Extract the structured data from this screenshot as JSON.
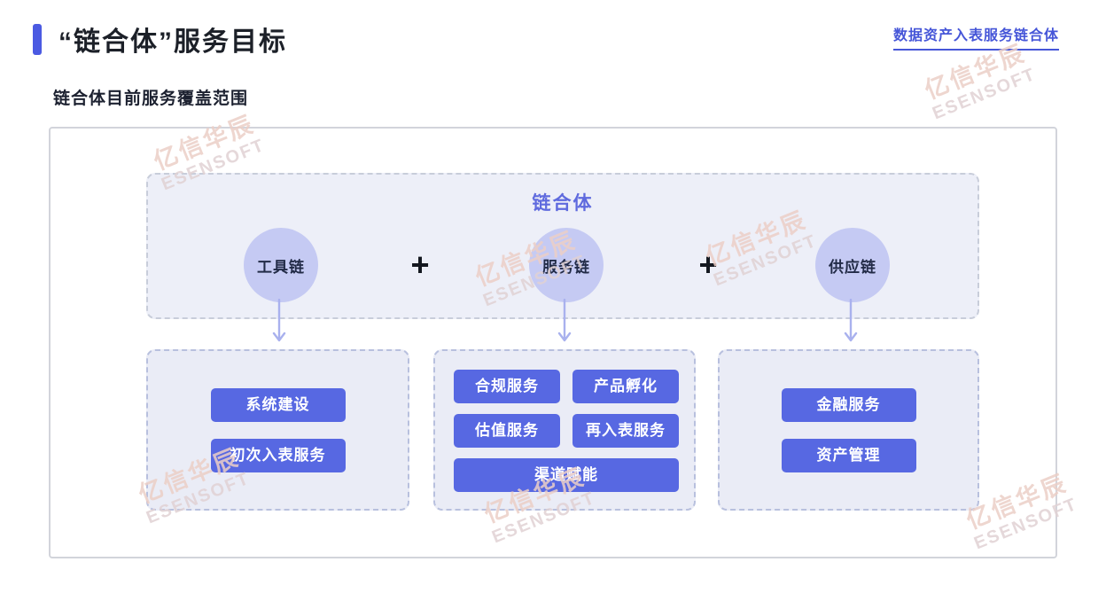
{
  "header": {
    "title": "“链合体”服务目标",
    "link": "数据资产入表服务链合体",
    "subtitle": "链合体目前服务覆盖范围"
  },
  "watermark": {
    "brand_cn": "亿信华辰",
    "brand_en": "ESENSOFT"
  },
  "diagram": {
    "group_title": "链合体",
    "plus": "+",
    "chains": [
      "工具链",
      "服务链",
      "供应链"
    ],
    "columns": [
      {
        "items": [
          "系统建设",
          "初次入表服务"
        ]
      },
      {
        "items": [
          "合规服务",
          "产品孵化",
          "估值服务",
          "再入表服务",
          "渠道赋能"
        ]
      },
      {
        "items": [
          "金融服务",
          "资产管理"
        ]
      }
    ]
  },
  "colors": {
    "accent": "#4b5ae2",
    "link": "#4656d8",
    "chip_blue": "#5768e2",
    "circle_fill": "#c5caf3",
    "group_title": "#5f6ade",
    "arrow": "#a9b1ee",
    "box_bg": "#eaecf6",
    "watermark_pink": "#eccfc7"
  }
}
